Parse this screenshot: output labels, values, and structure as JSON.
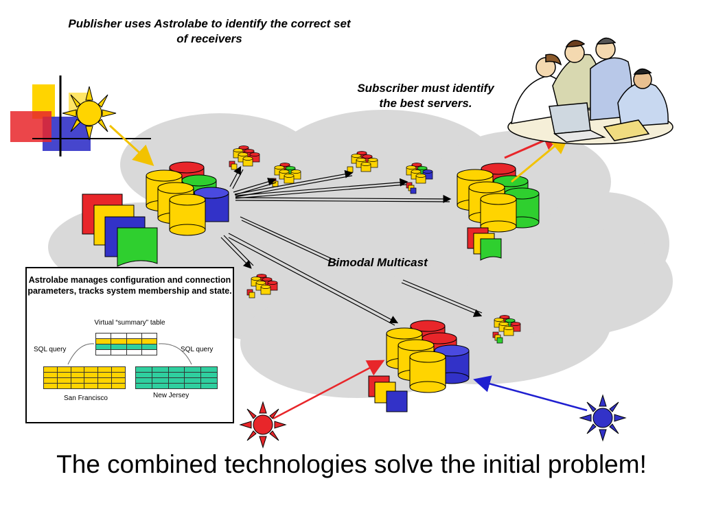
{
  "labels": {
    "publisher_note": "Publisher uses Astrolabe to identify the correct set of receivers",
    "subscriber_note": "Subscriber must identify the best servers.",
    "bimodal": "Bimodal Multicast",
    "footer": "The combined technologies solve the initial problem!"
  },
  "panel": {
    "description": "Astrolabe manages configuration and connection parameters, tracks system membership and state.",
    "summary_label": "Virtual “summary” table",
    "sql_left": "SQL query",
    "sql_right": "SQL query",
    "city_left": "San Francisco",
    "city_right": "New Jersey"
  },
  "colors": {
    "red": "#e8262a",
    "green": "#2fcf2f",
    "yellow": "#ffd400",
    "blue": "#3232c8",
    "cloud": "#d9d9d9",
    "arrow_red": "#e8262a",
    "arrow_yellow": "#f2c200",
    "arrow_blue": "#1f1fd0"
  },
  "icons": {
    "publisher": "sun-icon",
    "subscriber-red": "red-star-icon",
    "subscriber-blue": "blue-star-icon",
    "people": "team-at-laptop-clipart"
  }
}
